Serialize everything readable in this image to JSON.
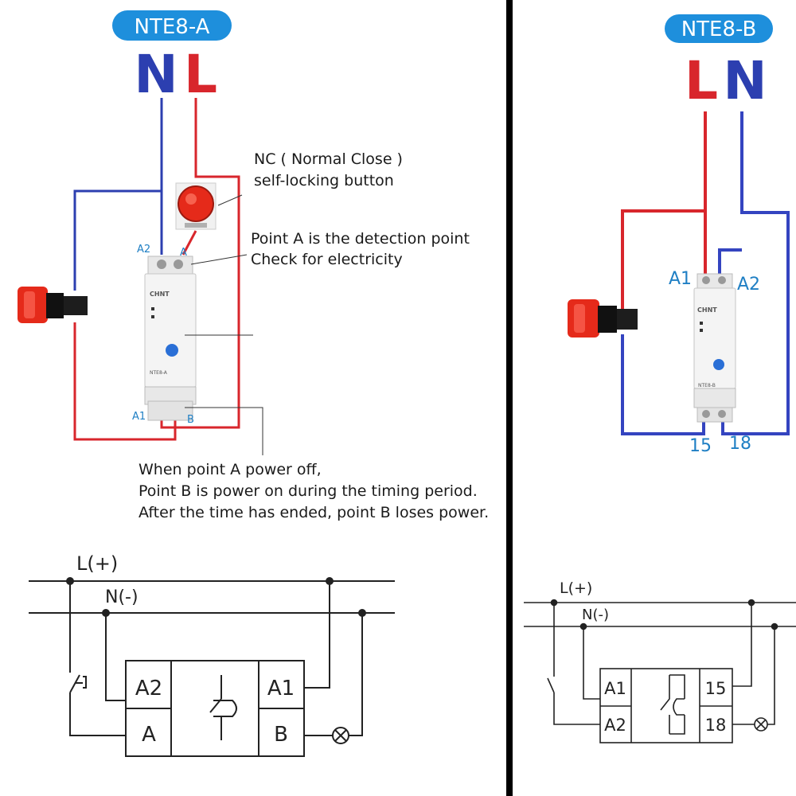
{
  "colors": {
    "wire_red": "#d8262c",
    "wire_blue": "#2c3fb0",
    "pill_blue": "#1e8fdc",
    "lamp_red": "#e52a1a",
    "divider": "#000000",
    "terminal_label": "#1f7fc4"
  },
  "left_panel": {
    "title": "NTE8-A",
    "line_labels": {
      "n": "N",
      "l": "L"
    },
    "button_note": [
      "NC ( Normal Close )",
      "self-locking button"
    ],
    "point_a_note": [
      "Point A is the detection point",
      "Check for electricity"
    ],
    "timing_note": [
      "When point A power off,",
      "Point B is power on during the timing period.",
      "After the time has ended, point B loses power."
    ],
    "terminals": {
      "a2": "A2",
      "a": "A",
      "a1": "A1",
      "b": "B"
    },
    "device": {
      "brand": "CHNT",
      "model": "NTE8-A"
    },
    "schematic": {
      "line_plus": "L(+)",
      "line_minus": "N(-)",
      "cells": {
        "a2": "A2",
        "a1": "A1",
        "a": "A",
        "b": "B"
      }
    }
  },
  "right_panel": {
    "title": "NTE8-B",
    "line_labels": {
      "l": "L",
      "n": "N"
    },
    "terminals": {
      "a1": "A1",
      "a2": "A2",
      "t15": "15",
      "t18": "18"
    },
    "device": {
      "brand": "CHNT",
      "model": "NTE8-B"
    },
    "schematic": {
      "line_plus": "L(+)",
      "line_minus": "N(-)",
      "cells": {
        "a1": "A1",
        "a2": "A2",
        "t15": "15",
        "t18": "18"
      }
    }
  }
}
